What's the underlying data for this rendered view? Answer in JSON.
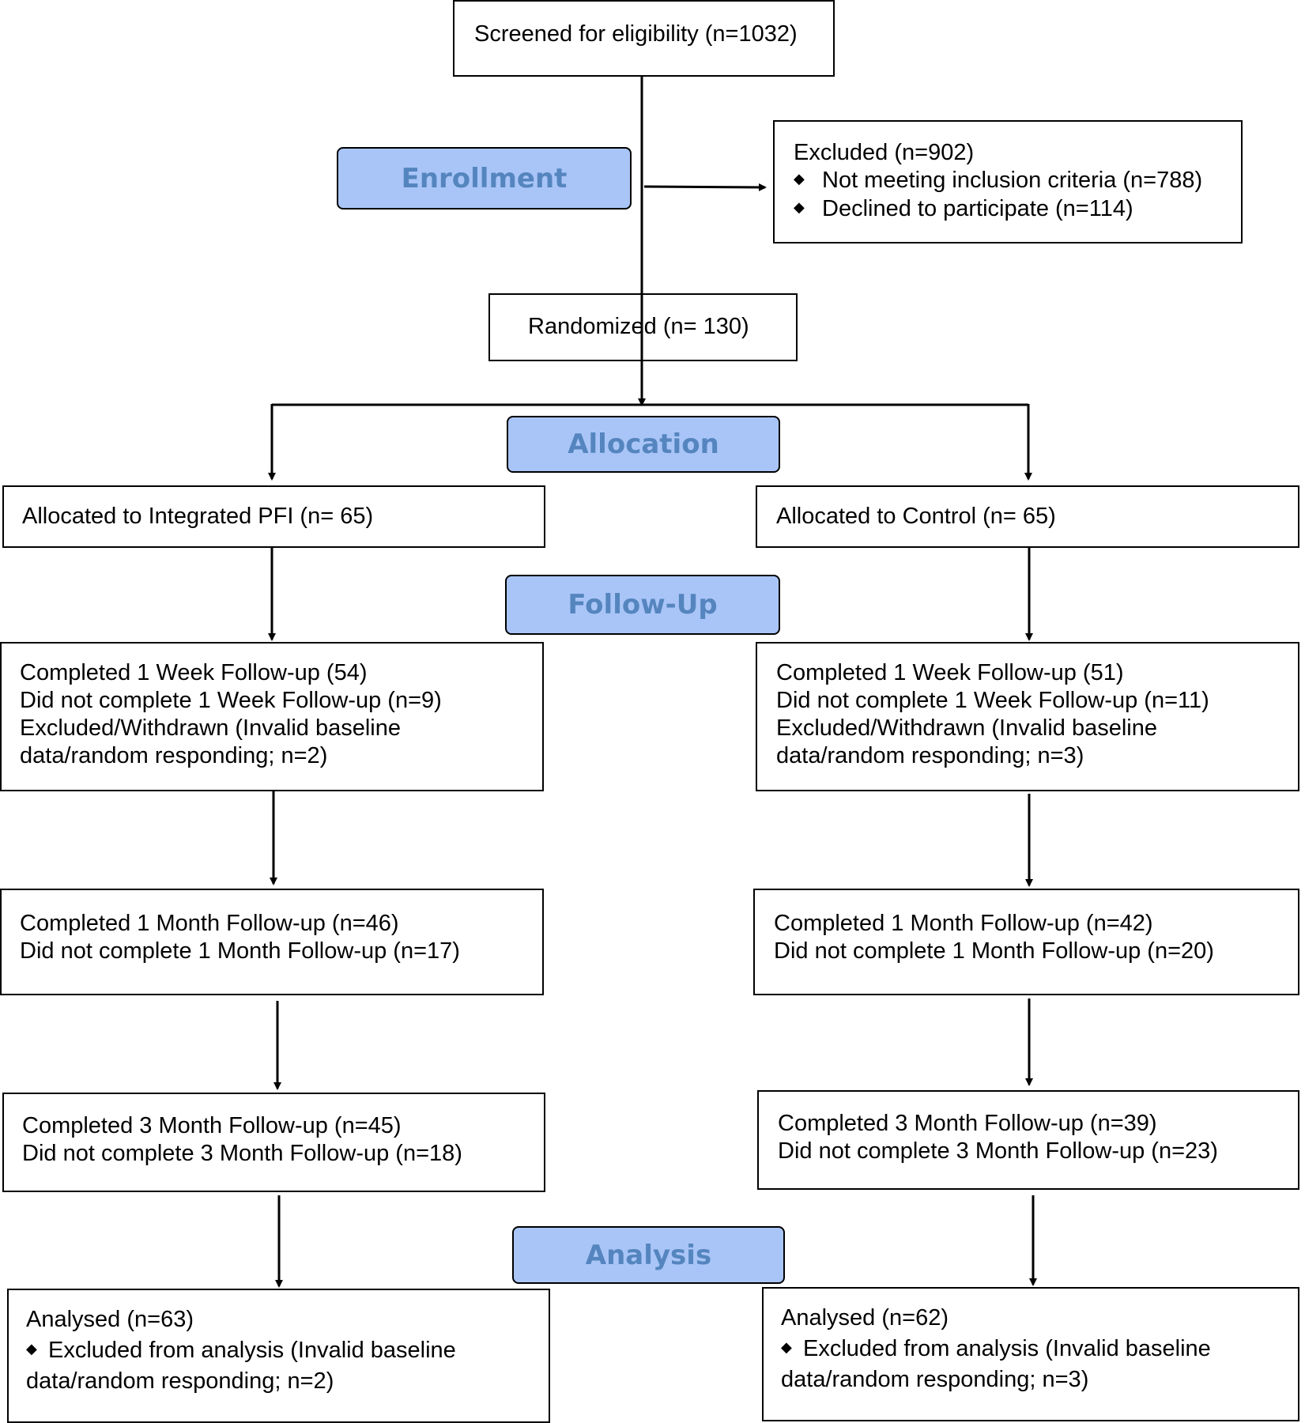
{
  "stages": {
    "enrollment": "Enrollment",
    "allocation": "Allocation",
    "followup": "Follow-Up",
    "analysis": "Analysis"
  },
  "screened": "Screened for eligibility (n=1032)",
  "excluded": {
    "title": "Excluded  (n=902)",
    "items": [
      "Not meeting inclusion criteria (n=788)",
      "Declined to participate (n=114)"
    ]
  },
  "randomized": "Randomized (n= 130)",
  "left": {
    "allocated": "Allocated to Integrated PFI (n= 65)",
    "week": [
      "Completed 1 Week Follow-up (54)",
      "Did not complete 1 Week Follow-up (n=9)",
      "Excluded/Withdrawn (Invalid baseline",
      "data/random responding; n=2)"
    ],
    "month1": [
      "Completed 1 Month Follow-up (n=46)",
      "Did not complete 1 Month Follow-up (n=17)"
    ],
    "month3": [
      "Completed 3 Month Follow-up (n=45)",
      "Did not complete 3 Month Follow-up (n=18)"
    ],
    "analysed": {
      "title": "Analysed  (n=63)",
      "item": "Excluded from analysis (Invalid baseline",
      "item2": "data/random responding; n=2)"
    }
  },
  "right": {
    "allocated": "Allocated to Control (n= 65)",
    "week": [
      "Completed 1 Week Follow-up (51)",
      "Did not complete 1 Week Follow-up (n=11)",
      "Excluded/Withdrawn (Invalid baseline",
      "data/random responding; n=3)"
    ],
    "month1": [
      "Completed 1 Month Follow-up (n=42)",
      "Did not complete 1 Month Follow-up (n=20)"
    ],
    "month3": [
      "Completed 3 Month Follow-up (n=39)",
      "Did not complete 3 Month Follow-up (n=23)"
    ],
    "analysed": {
      "title": "Analysed  (n=62)",
      "item": "Excluded from analysis (Invalid baseline",
      "item2": "data/random responding; n=3)"
    }
  }
}
